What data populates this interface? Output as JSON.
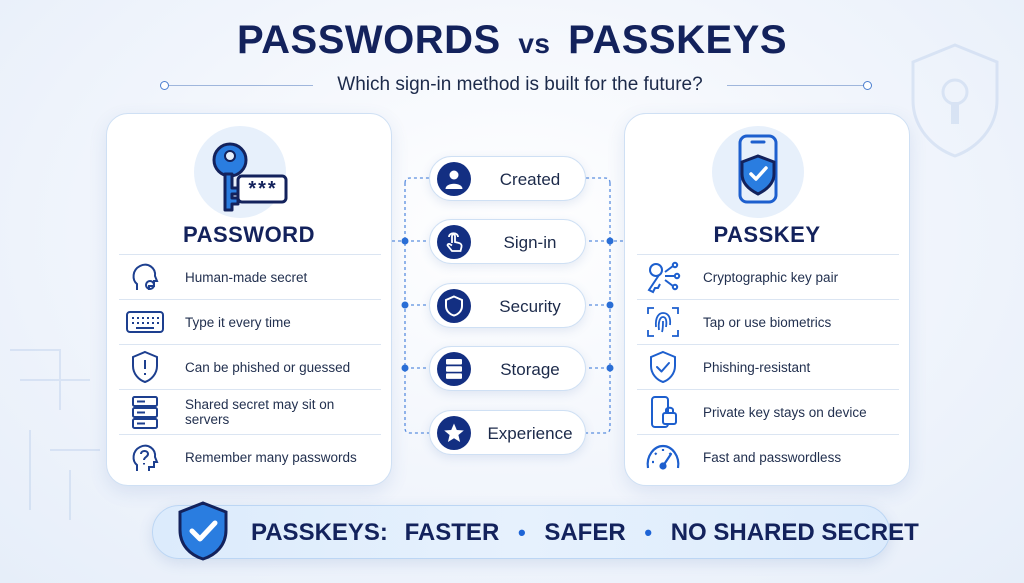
{
  "header": {
    "title_left": "PASSWORDS",
    "title_vs": "vs",
    "title_right": "PASSKEYS",
    "subtitle": "Which sign-in method is built for the future?"
  },
  "password_card": {
    "title": "PASSWORD",
    "hero_icon": "key-password-icon",
    "hero_mask": "***",
    "rows": [
      {
        "icon": "head-gear-icon",
        "text": "Human-made secret"
      },
      {
        "icon": "keyboard-icon",
        "text": "Type it every time"
      },
      {
        "icon": "shield-alert-icon",
        "text": "Can be phished or guessed"
      },
      {
        "icon": "server-icon",
        "text": "Shared secret may sit on servers"
      },
      {
        "icon": "head-question-icon",
        "text": "Remember many passwords"
      }
    ]
  },
  "passkey_card": {
    "title": "PASSKEY",
    "hero_icon": "phone-shield-icon",
    "rows": [
      {
        "icon": "key-network-icon",
        "text": "Cryptographic key pair"
      },
      {
        "icon": "fingerprint-icon",
        "text": "Tap or use biometrics"
      },
      {
        "icon": "shield-check-icon",
        "text": "Phishing-resistant"
      },
      {
        "icon": "phone-lock-icon",
        "text": "Private key stays on device"
      },
      {
        "icon": "speedometer-icon",
        "text": "Fast and passwordless"
      }
    ]
  },
  "categories": [
    {
      "icon": "user-icon",
      "label": "Created"
    },
    {
      "icon": "tap-icon",
      "label": "Sign-in"
    },
    {
      "icon": "shield-icon",
      "label": "Security"
    },
    {
      "icon": "database-icon",
      "label": "Storage"
    },
    {
      "icon": "star-icon",
      "label": "Experience"
    }
  ],
  "banner": {
    "icon": "shield-check-icon",
    "lead": "PASSKEYS:",
    "items": [
      "FASTER",
      "SAFER",
      "NO SHARED SECRET"
    ],
    "separator": "•"
  },
  "colors": {
    "navy": "#13225c",
    "accent_blue": "#1d64d6",
    "icon_fill": "#132f82"
  }
}
